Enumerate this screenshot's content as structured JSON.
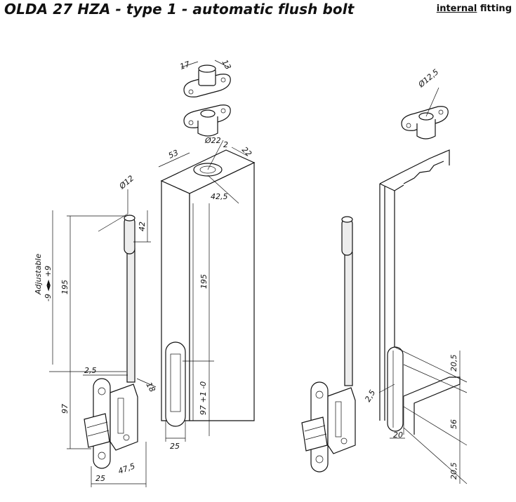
{
  "header": {
    "title": "OLDA 27 HZA -  type 1 - automatic flush bolt",
    "fitting_underlined": "internal",
    "fitting_rest": " fitting"
  },
  "dimensions": {
    "plate_width_top": "17",
    "plate_depth_top": "13",
    "hole_diameter_22": "Ø22",
    "edge_offset": "2",
    "frame_depth": "22",
    "frame_width": "53",
    "hole_offset": "42,5",
    "rod_diameter": "Ø12",
    "bolt_tip": "42",
    "adjustable": "Adjustable",
    "adjust_range": "-9 ◄► +9",
    "rod_length_left": "195",
    "rod_length_frame": "195",
    "offset_2_5_left": "2,5",
    "body_thickness": "18",
    "body_height": "97",
    "recess_height": "97 +1 -0",
    "recess_width": "25",
    "bottom_width": "25",
    "bottom_depth": "47,5",
    "hole_diameter_12_5": "Ø12,5",
    "dim_20_5_top": "20,5",
    "offset_2_5_right": "2,5",
    "dim_56": "56",
    "dim_20": "20",
    "dim_20_5_bottom": "20,5"
  }
}
